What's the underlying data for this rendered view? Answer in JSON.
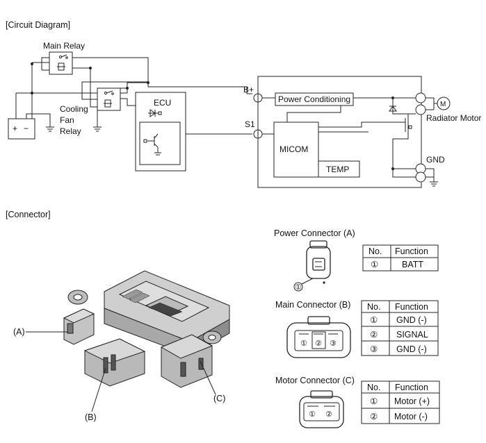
{
  "sections": {
    "circuit": "[Circuit Diagram]",
    "connector": "[Connector]"
  },
  "circuit": {
    "main_relay": "Main Relay",
    "cooling_fan_relay": [
      "Cooling",
      "Fan",
      "Relay"
    ],
    "ecu": "ECU",
    "battery_plus": "+",
    "battery_minus": "−",
    "b_plus": "B+",
    "s1": "S1",
    "power_conditioning": "Power Conditioning",
    "micom": "MICOM",
    "temp": "TEMP",
    "radiator_motor": "Radiator Motor",
    "motor_symbol": "M",
    "gnd": "GND"
  },
  "photo_labels": {
    "a": "(A)",
    "b": "(B)",
    "c": "(C)"
  },
  "connectors": [
    {
      "title": "Power Connector (A)",
      "callout": "①",
      "pins": [],
      "header": [
        "No.",
        "Function"
      ],
      "rows": [
        [
          "①",
          "BATT"
        ]
      ]
    },
    {
      "title": "Main Connector (B)",
      "pins": [
        "①",
        "②",
        "③"
      ],
      "header": [
        "No.",
        "Function"
      ],
      "rows": [
        [
          "①",
          "GND (-)"
        ],
        [
          "②",
          "SIGNAL"
        ],
        [
          "③",
          "GND (-)"
        ]
      ]
    },
    {
      "title": "Motor Connector (C)",
      "pins": [
        "①",
        "②"
      ],
      "header": [
        "No.",
        "Function"
      ],
      "rows": [
        [
          "①",
          "Motor (+)"
        ],
        [
          "②",
          "Motor (-)"
        ]
      ]
    }
  ]
}
